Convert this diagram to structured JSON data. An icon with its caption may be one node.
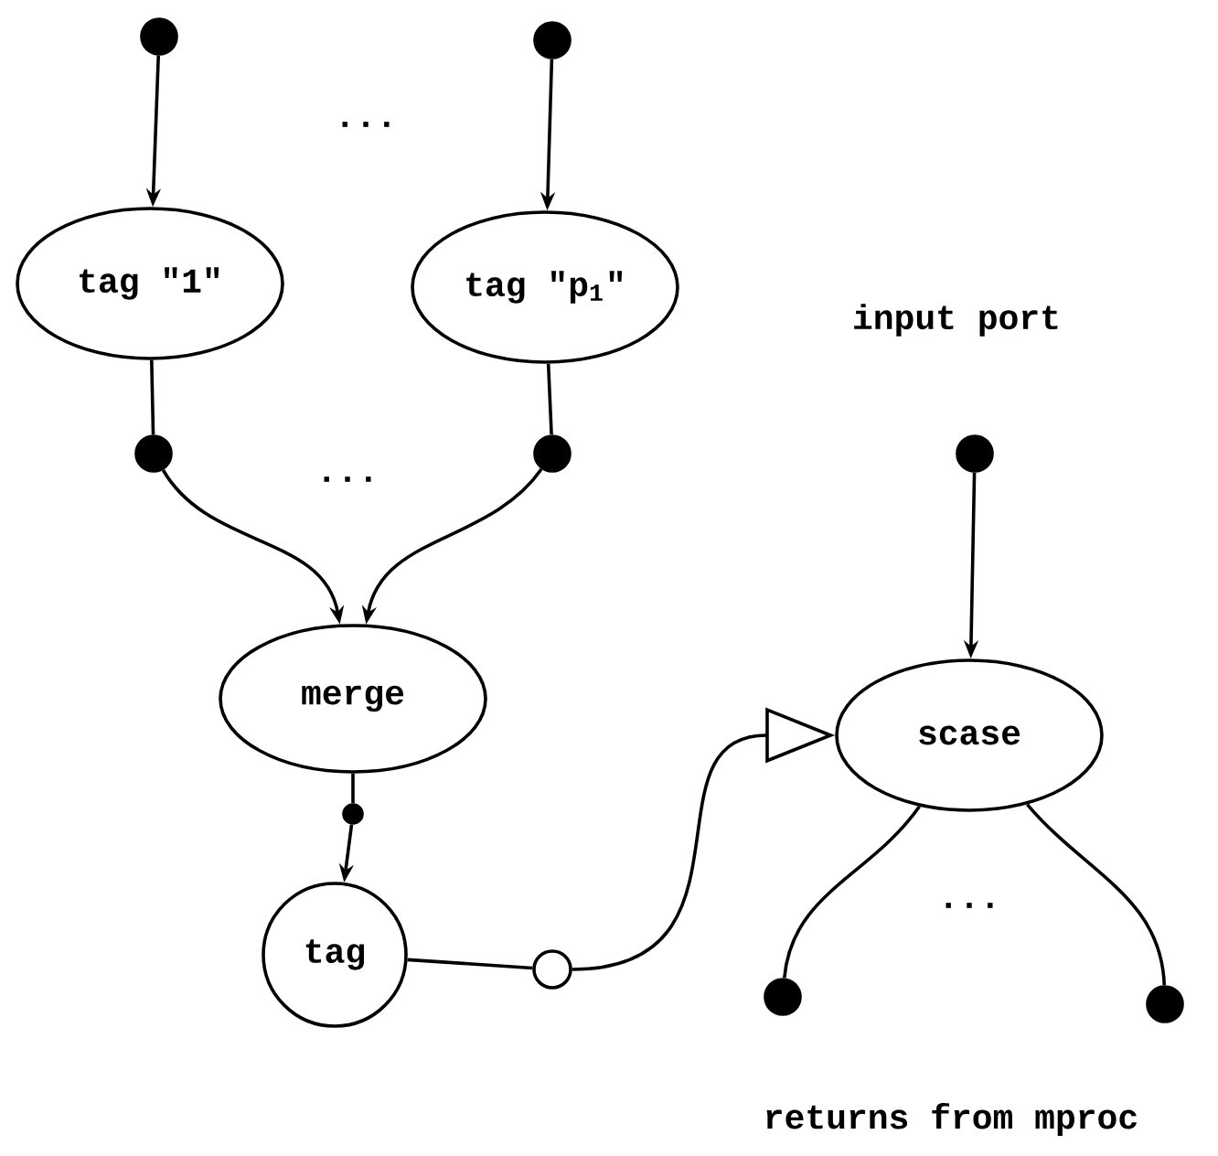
{
  "diagram": {
    "nodes": [
      {
        "text": [],
        "shape": "dot"
      },
      {
        "text": [],
        "shape": "dot"
      },
      {
        "text": [
          "tag \"1\""
        ]
      },
      {
        "text": [
          "tag \"p$_{1}$\""
        ]
      },
      {
        "text": [],
        "shape": "dot"
      },
      {
        "text": [],
        "shape": "dot"
      },
      {
        "text": [],
        "shape": "dot"
      },
      {
        "text": [
          "merge"
        ]
      },
      {
        "text": [],
        "shape": "dot"
      },
      {
        "text": [
          "tag"
        ]
      },
      {
        "text": [],
        "shape": "circle"
      },
      {
        "text": [
          "scase"
        ]
      },
      {
        "text": [],
        "shape": "dot"
      },
      {
        "text": [],
        "shape": "dot"
      }
    ],
    "edges": [
      {
        "from": 0,
        "to": 2,
        "arrow": "to"
      },
      {
        "from": 1,
        "to": 3,
        "arrow": "to"
      },
      {
        "from": 2,
        "to": 4,
        "arrow": "none"
      },
      {
        "from": 3,
        "to": 5,
        "arrow": "none"
      },
      {
        "from": 4,
        "to": 7,
        "arrow": "to"
      },
      {
        "from": 5,
        "to": 7,
        "arrow": "to"
      },
      {
        "from": 6,
        "to": 11,
        "arrow": "to"
      },
      {
        "from": 7,
        "to": 8,
        "arrow": "none"
      },
      {
        "from": 8,
        "to": 9,
        "arrow": "to"
      },
      {
        "from": 9,
        "to": 10,
        "arrow": "none"
      },
      {
        "from": 10,
        "to": 11,
        "arrow": "to"
      },
      {
        "from": 11,
        "to": 12,
        "arrow": "none"
      },
      {
        "from": 11,
        "to": 13,
        "arrow": "none"
      }
    ],
    "labels": [
      "...",
      "...",
      "input port",
      "...",
      "returns from mproc"
    ]
  }
}
